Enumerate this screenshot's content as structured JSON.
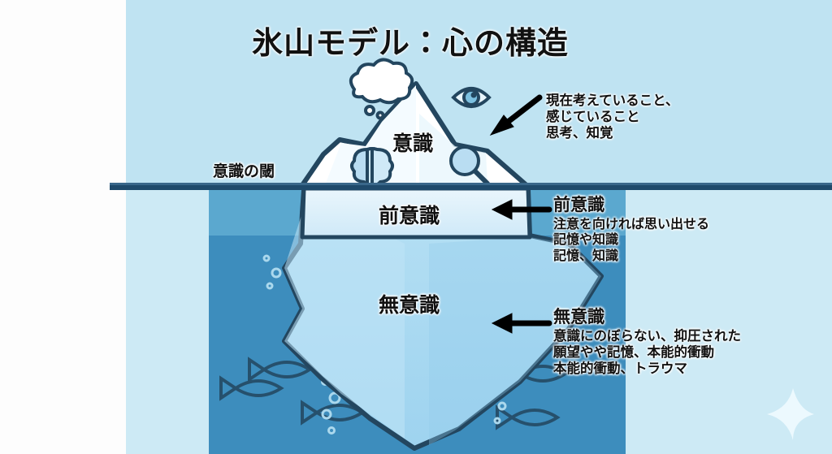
{
  "title": "氷山モデル：心の構造",
  "colors": {
    "sky": "#bfe3f2",
    "shallow_water": "#cdeaf5",
    "deep_water": "#3d8dbd",
    "mid_water": "#5ba8cf",
    "waterline": "#1f4a6b",
    "outline": "#1f4a6b",
    "ice_tip": "#ffffff",
    "ice_preconscious": "#dbeefa",
    "ice_unconscious": "#a7d8f0",
    "text": "#111111"
  },
  "iceberg": {
    "labels": {
      "conscious": "意識",
      "preconscious": "前意識",
      "unconscious": "無意識",
      "threshold": "意識の閾"
    }
  },
  "annotations": {
    "conscious": {
      "lines": [
        "現在考えていること、",
        "感じていること",
        "思考、知覚"
      ]
    },
    "preconscious": {
      "heading": "前意識",
      "lines": [
        "注意を向ければ思い出せる",
        "記憶や知識",
        "記憶、知識"
      ]
    },
    "unconscious": {
      "heading": "無意識",
      "lines": [
        "意識にのぼらない、抑圧された",
        "願望やや記憶、本能的衝動",
        "本能的衝動、トラウマ"
      ]
    }
  },
  "icons": [
    {
      "name": "thought-cloud-icon"
    },
    {
      "name": "eye-icon"
    },
    {
      "name": "brain-icon"
    },
    {
      "name": "magnifier-icon"
    },
    {
      "name": "fish-icon"
    },
    {
      "name": "bubble-icon"
    },
    {
      "name": "sparkle-icon"
    },
    {
      "name": "arrow-left-icon"
    }
  ]
}
